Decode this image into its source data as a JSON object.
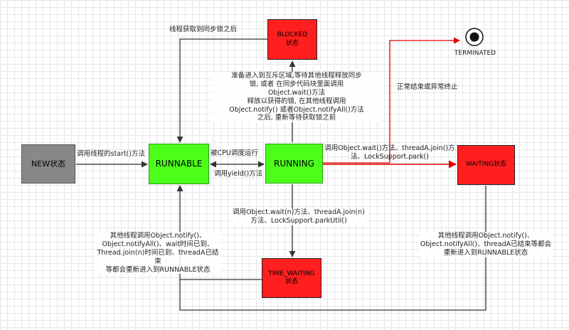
{
  "states": {
    "new": "NEW状态",
    "runnable": "RUNNABLE",
    "running": "RUNNING",
    "blocked": "BLOCKED\n状态",
    "waiting": "WAITING状态",
    "timed_waiting": "TIME_WAITING\n状态",
    "terminated": "TERMINATED"
  },
  "labels": {
    "start": "调用线程的start()方法",
    "schedule": "被CPU调度运行",
    "yield": "调用yield()方法",
    "lock_acquired": "线程获取到同步锁之后",
    "blocked_entry": "准备进入到互斥区域,等待其他线程释放同步\n锁, 或者 在同步代码块里面调用\nObject.wait()方法\n释放以获得的锁, 在其他线程调用\nObject.notify() 或者Object.notifyAll()方法\n之后, 重新等待获取锁之前",
    "normal_end": "正常结束或异常终止",
    "wait": "调用Object.wait()方法、threadA.join()方\n法、LockSupport.park()",
    "timed_wait": "调用Object.wait(n)方法、threadA.join(n)\n方法、LockSupport.parkUtil()",
    "timed_return": "其他线程调用Object.notify()、\nObject.notifyAll()、wait时间已到、\nThread.join(n)时间已到、threadA已结束\n等都会重新进入到RUNNABLE状态",
    "wait_return": "其他线程调用Object.notify()、\nObject.notifyAll()、threadA已结束等都会\n重新进入到RUNNABLE状态"
  },
  "colors": {
    "line": "#333333",
    "red_line": "#e00000",
    "runnable_fill": "#4cff1a",
    "blocked_fill": "#ff1f1f",
    "new_fill": "#888888"
  }
}
